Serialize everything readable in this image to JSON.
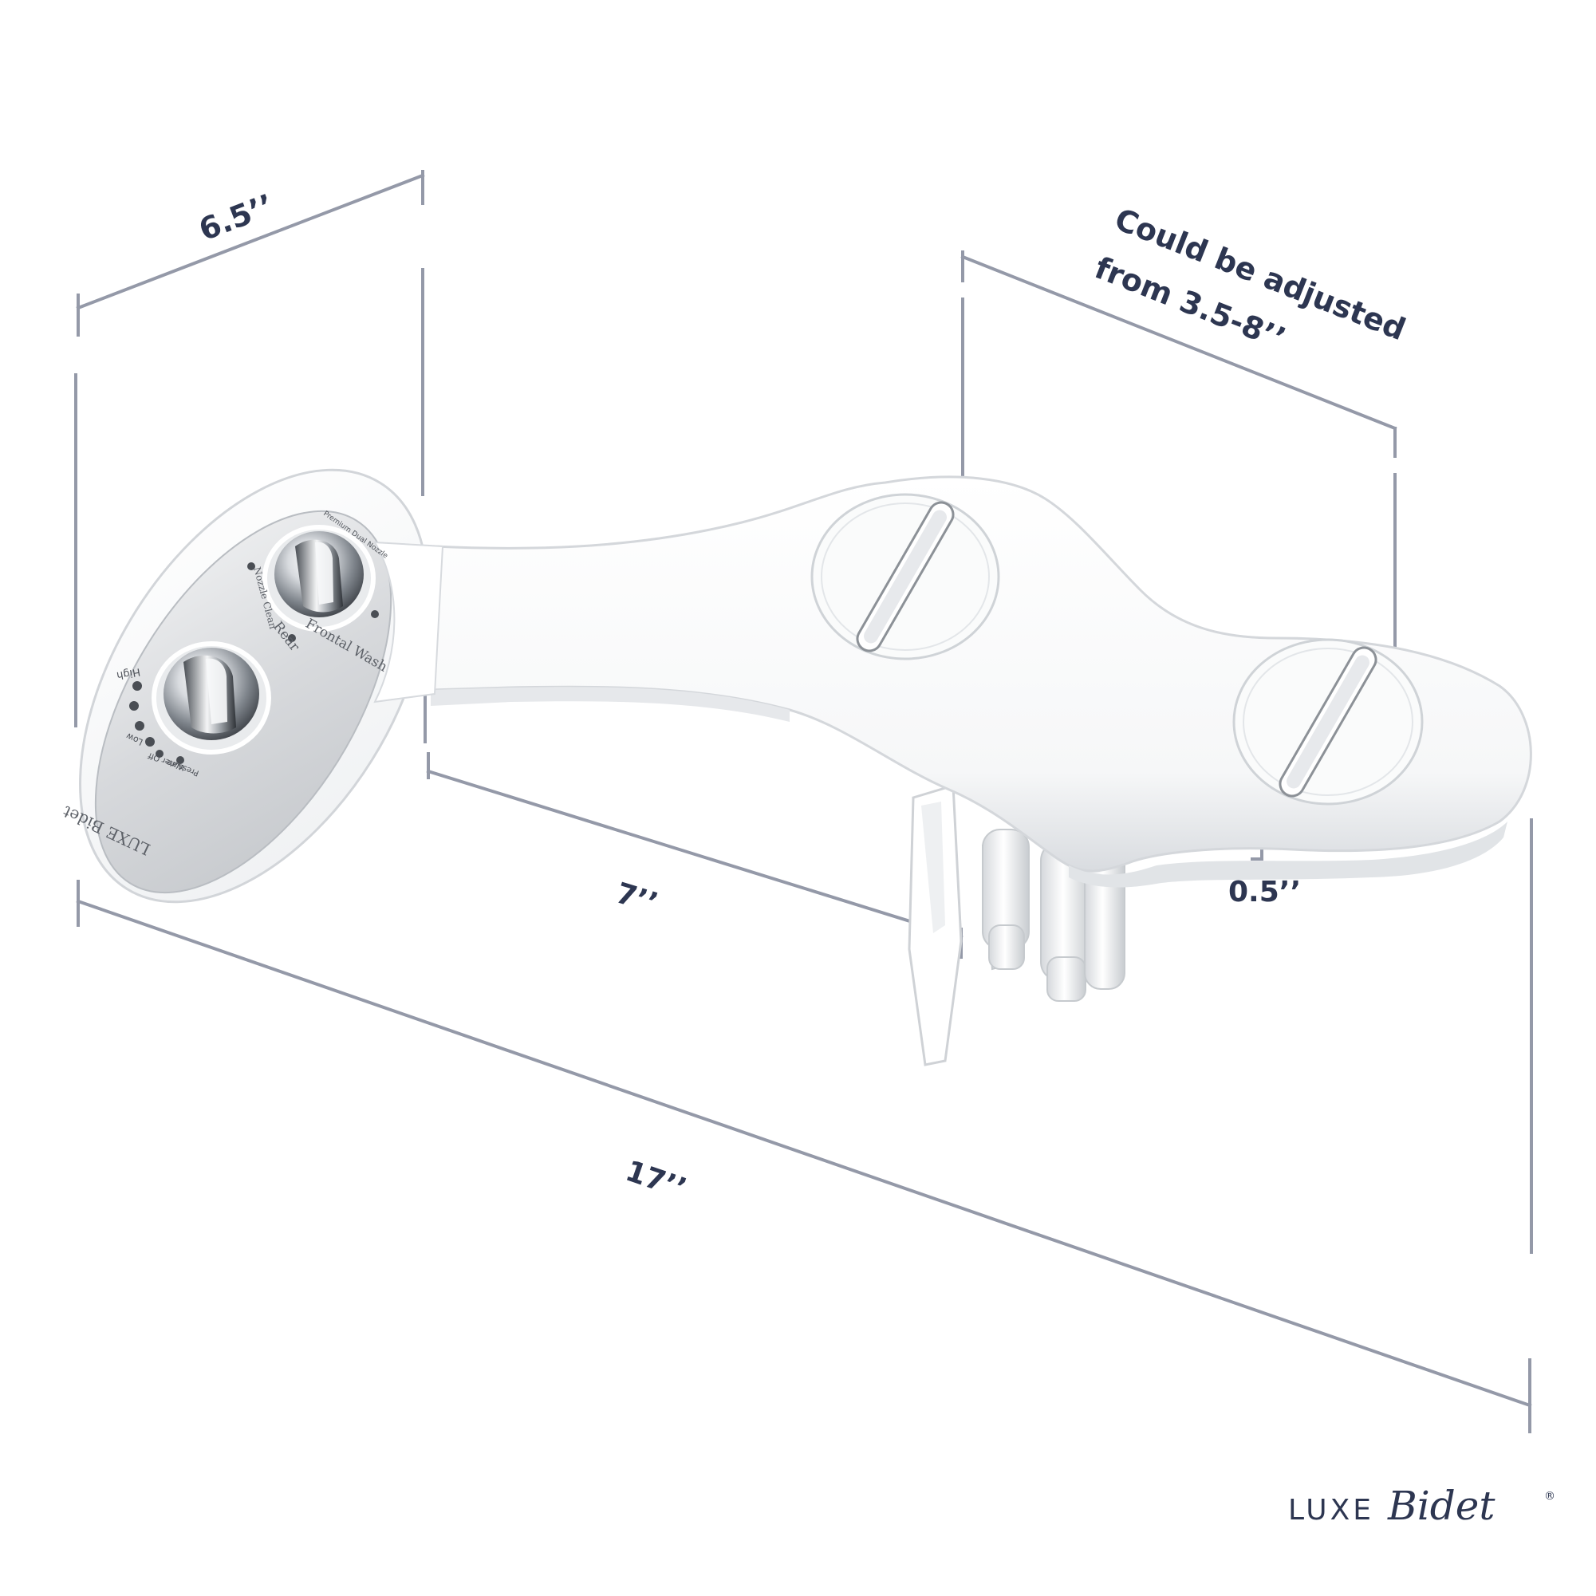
{
  "dimensions": {
    "width": "6.5’’",
    "adjustable_line1": "Could be adjusted",
    "adjustable_line2": "from 3.5-8’’",
    "length_to_mount": "7’’",
    "thickness": "0.5’’",
    "total_length": "17’’"
  },
  "control_panel": {
    "nozzle_dial_labels": {
      "frontal_wash": "Frontal Wash",
      "rear": "Rear",
      "nozzle_clean": "Nozzle Clean",
      "premium_dual_nozzle": "Premium Dual Nozzle"
    },
    "pressure_dial_labels": {
      "high": "High",
      "low": "Low",
      "water_off": "Water Off",
      "pressure": "Pressure"
    },
    "panel_brand": "LUXE Bidet"
  },
  "brand": {
    "wordmark_prefix": "LUXE",
    "wordmark_script": "Bidet",
    "registered_mark": "®"
  },
  "colors": {
    "dimension_lines": "#9499a8",
    "label_text": "#2d3651",
    "product_body": "#ffffff",
    "chrome": "#b8bcc2"
  }
}
